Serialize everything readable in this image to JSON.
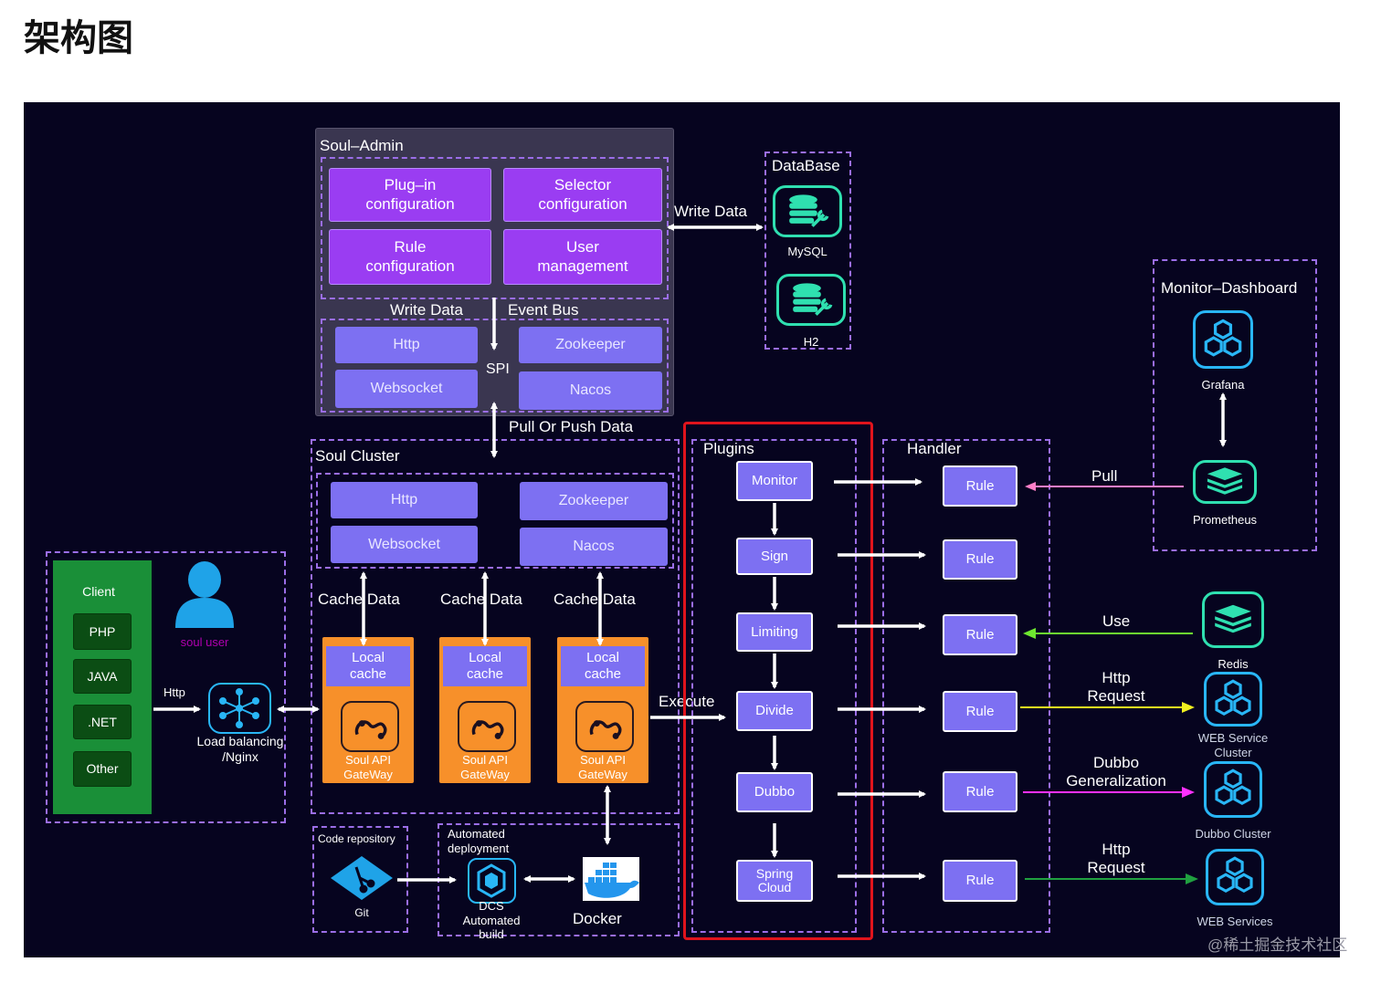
{
  "page_title": "架构图",
  "colors": {
    "background": "#06041f",
    "config_box": "#9a3df2",
    "light_box": "#7d70f2",
    "gateway": "#f7902a",
    "client": "#1a8f38",
    "highlight": "#e0141c",
    "dashed": "#9b6ee8",
    "pull": "#ff7fc8",
    "use": "#6ee830",
    "http": "#f0f020",
    "dubbo": "#ff30ff",
    "http2": "#20a040"
  },
  "admin": {
    "title": "Soul–Admin",
    "configs": [
      "Plug–in\nconfiguration",
      "Selector\nconfiguration",
      "Rule\nconfiguration",
      "User\nmanagement"
    ],
    "write_data": "Write Data",
    "event_bus": "Event Bus",
    "sync": [
      "Http",
      "Websocket",
      "Zookeeper",
      "Nacos"
    ],
    "spi": "SPI",
    "pull_push": "Pull Or Push Data",
    "db_write": "Write Data"
  },
  "database": {
    "title": "DataBase",
    "items": [
      {
        "label": "MySQL",
        "icon": "database-icon"
      },
      {
        "label": "H2",
        "icon": "database-icon"
      }
    ]
  },
  "monitor": {
    "title": "Monitor–Dashboard",
    "grafana": "Grafana",
    "prometheus": "Prometheus"
  },
  "cluster": {
    "title": "Soul Cluster",
    "sync": [
      "Http",
      "Websocket",
      "Zookeeper",
      "Nacos"
    ],
    "cache_data": "Cache Data",
    "gateways": [
      {
        "cache": "Local\ncache",
        "label": "Soul API\nGateWay"
      },
      {
        "cache": "Local\ncache",
        "label": "Soul API\nGateWay"
      },
      {
        "cache": "Local\ncache",
        "label": "Soul API\nGateWay"
      }
    ],
    "execute": "Execute"
  },
  "client": {
    "title": "Client",
    "items": [
      "PHP",
      "JAVA",
      ".NET",
      "Other"
    ],
    "user": "soul user",
    "http": "Http",
    "lb": "Load balancing\n/Nginx"
  },
  "devops": {
    "code_repo": "Code repository",
    "git": "Git",
    "auto_deploy": "Automated\ndeployment",
    "dcs": "DCS\nAutomated\nbuild",
    "docker": "Docker"
  },
  "plugins": {
    "title": "Plugins",
    "items": [
      "Monitor",
      "Sign",
      "Limiting",
      "Divide",
      "Dubbo",
      "Spring\nCloud"
    ]
  },
  "handler": {
    "title": "Handler",
    "rules": [
      "Rule",
      "Rule",
      "Rule",
      "Rule",
      "Rule",
      "Rule"
    ]
  },
  "external": {
    "pull": "Pull",
    "use": "Use",
    "redis": "Redis",
    "http_request": "Http\nRequest",
    "web_cluster": "WEB Service\nCluster",
    "dubbo_gen": "Dubbo\nGeneralization",
    "dubbo_cluster": "Dubbo Cluster",
    "http_request2": "Http\nRequest",
    "web_services": "WEB Services"
  },
  "watermark": "@稀土掘金技术社区"
}
